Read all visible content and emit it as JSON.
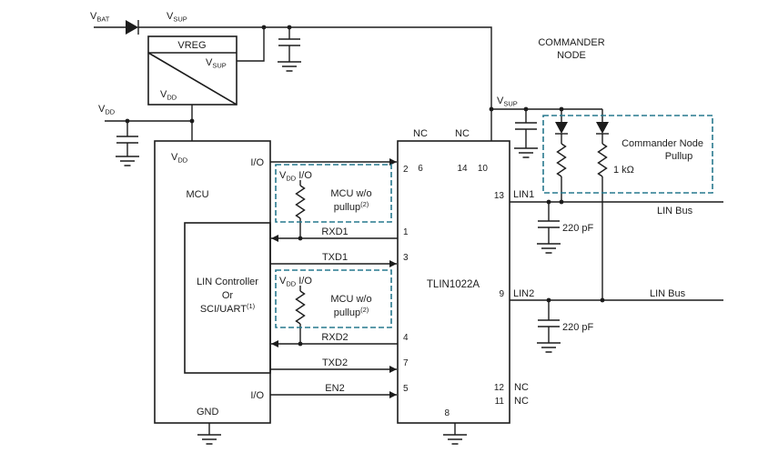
{
  "colors": {
    "wire": "#1c1c1c",
    "dashed_box": "#27788e",
    "background": "#ffffff"
  },
  "supplies": {
    "v": "V",
    "bat": "BAT",
    "sup": "SUP",
    "dd": "DD",
    "io_suffix": " I/O"
  },
  "vreg": {
    "title": "VREG"
  },
  "mcu": {
    "title": "MCU",
    "io": "I/O",
    "gnd": "GND",
    "ctrl_line1": "LIN Controller",
    "ctrl_line2": "Or",
    "ctrl_line3": "SCI/UART",
    "ctrl_sup": "(1)"
  },
  "pullup_note": {
    "line1": "MCU w/o",
    "line2": "pullup",
    "sup": "(2)"
  },
  "signals": {
    "rxd1": "RXD1",
    "txd1": "TXD1",
    "rxd2": "RXD2",
    "txd2": "TXD2",
    "en2": "EN2"
  },
  "ic": {
    "title": "TLIN1022A",
    "nc": "NC",
    "lin1": "LIN1",
    "lin2": "LIN2",
    "pins": {
      "p1": "1",
      "p2": "2",
      "p3": "3",
      "p4": "4",
      "p5": "5",
      "p6": "6",
      "p7": "7",
      "p8": "8",
      "p9": "9",
      "p10": "10",
      "p11": "11",
      "p12": "12",
      "p13": "13",
      "p14": "14"
    }
  },
  "commander": {
    "line1": "COMMANDER",
    "line2": "NODE",
    "pullup_line1": "Commander Node",
    "pullup_line2": "Pullup",
    "resistor": "1 kΩ"
  },
  "bus": {
    "cap": "220 pF",
    "label": "LIN Bus"
  }
}
